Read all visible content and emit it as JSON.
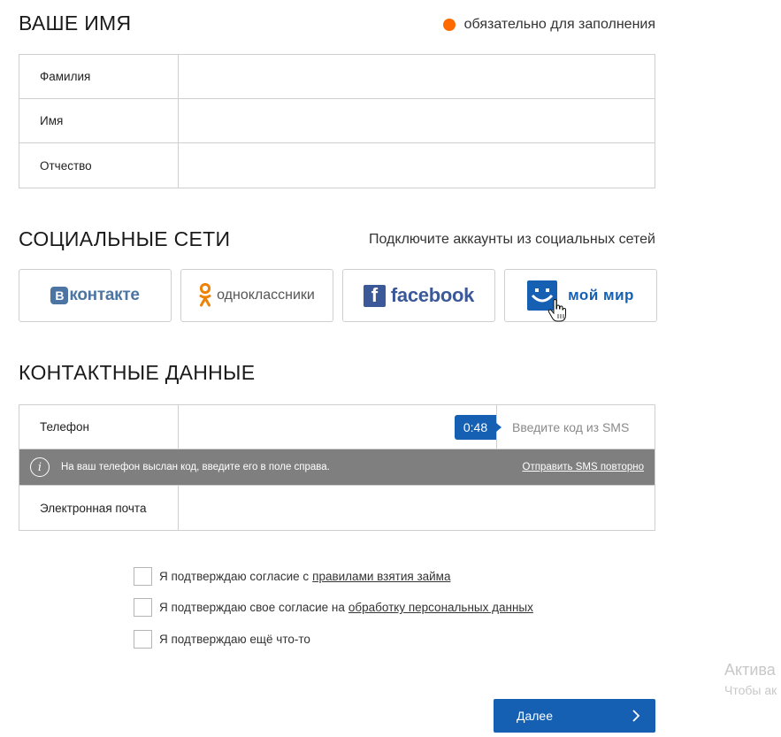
{
  "name_section": {
    "title": "ВАШЕ ИМЯ",
    "required_note": "обязательно для заполнения",
    "fields": [
      {
        "label": "Фамилия",
        "value": ""
      },
      {
        "label": "Имя",
        "value": ""
      },
      {
        "label": "Отчество",
        "value": ""
      }
    ]
  },
  "social_section": {
    "title": "СОЦИАЛЬНЫЕ СЕТИ",
    "hint": "Подключите аккаунты из социальных сетей",
    "buttons": [
      {
        "name": "vkontakte",
        "logo_letter": "B",
        "label": "контакте"
      },
      {
        "name": "odnoklassniki",
        "label": "одноклассники"
      },
      {
        "name": "facebook",
        "logo_letter": "f",
        "label": "facebook"
      },
      {
        "name": "moy-mir",
        "label": "мой мир"
      }
    ]
  },
  "contact_section": {
    "title": "КОНТАКТНЫЕ ДАННЫЕ",
    "phone": {
      "label": "Телефон",
      "value": "",
      "timer": "0:48",
      "sms_placeholder": "Введите код из SMS"
    },
    "info": {
      "icon": "info-icon",
      "text": "На ваш телефон выслан код, введите его в поле справа.",
      "resend_link": "Отправить SMS повторно"
    },
    "email": {
      "label": "Электронная почта",
      "value": ""
    }
  },
  "consents": [
    {
      "text": "Я подтверждаю согласие с",
      "link": "правилами взятия займа",
      "checked": false
    },
    {
      "text": "Я подтверждаю свое согласие на",
      "link": "обработку персональных данных",
      "checked": false
    },
    {
      "text": "Я подтверждаю ещё что-то",
      "link": "",
      "checked": false
    }
  ],
  "watermark": {
    "title": "Актива",
    "subtitle": "Чтобы ак"
  },
  "next_button": {
    "label": "Далее"
  },
  "colors": {
    "accent": "#1560b3",
    "required_dot": "#ff6a00",
    "info_bar": "#7f7f7f",
    "border": "#cfcfcf",
    "vk": "#4c75a3",
    "facebook": "#3b5998",
    "odnoklassniki": "#ee8208"
  }
}
